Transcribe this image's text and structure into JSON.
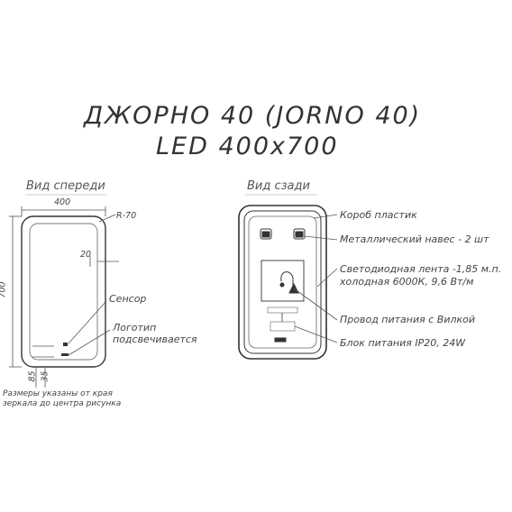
{
  "title": {
    "line1": "ДЖОРНО 40 (JORNO 40)",
    "line2": "LED 400x700"
  },
  "front_view": {
    "label": "Вид спереди",
    "width_dim": "400",
    "height_dim": "700",
    "radius_dim": "R-70",
    "inset_dim": "20",
    "bottom_dim_1": "85",
    "bottom_dim_2": "35",
    "sensor_label": "Сенсор",
    "logo_label_1": "Логотип",
    "logo_label_2": "подсвечивается",
    "note_line1": "Размеры указаны от края",
    "note_line2": "зеркала до центра рисунка"
  },
  "back_view": {
    "label": "Вид сзади",
    "callouts": [
      "Короб пластик",
      "Металлический навес - 2 шт",
      "Светодиодная лента -1,85 м.п.",
      "холодная 6000К, 9,6 Вт/м",
      "Провод питания с Вилкой",
      "Блок питания IP20, 24W"
    ]
  }
}
